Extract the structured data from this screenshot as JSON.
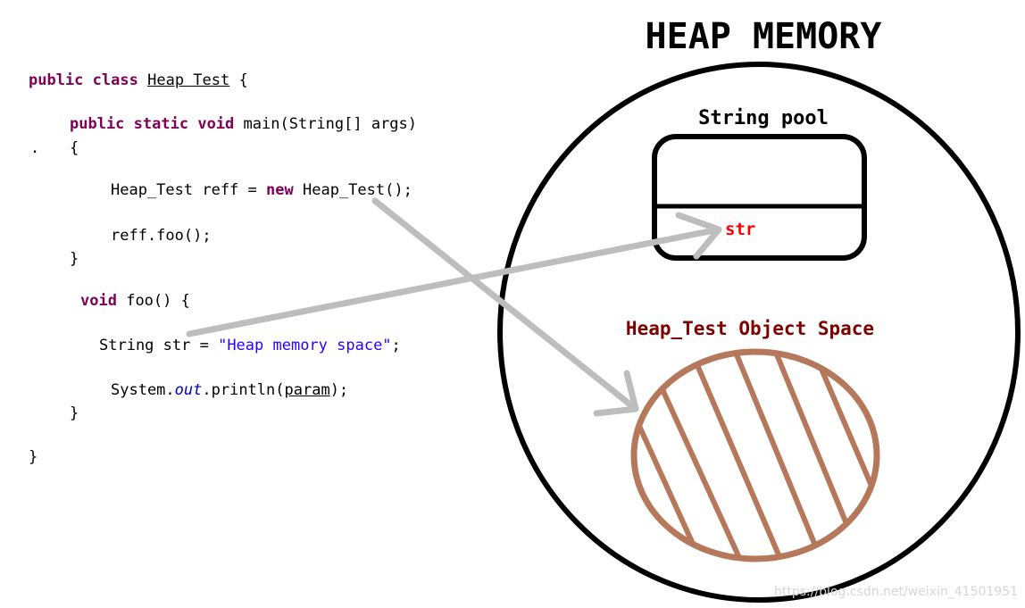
{
  "title": "HEAP MEMORY",
  "code": {
    "kw_public": "public",
    "kw_class": "class",
    "class_name": "Heap Test",
    "open_brace": "{",
    "kw_static": "static",
    "kw_void": "void",
    "main_sig": "main(String[] args)",
    "bullet": ".",
    "main_open": "{",
    "decl_type": "Heap_Test reff =",
    "kw_new": "new",
    "ctor_call": "Heap_Test();",
    "call_foo": "reff.foo();",
    "main_close": "}",
    "foo_sig": "foo() {",
    "str_decl": "String str =",
    "str_literal": "\"Heap memory space\"",
    "semicolon": ";",
    "sysout_prefix": "System.",
    "sysout_field": "out",
    "sysout_method": ".println(",
    "sysout_param": "param",
    "sysout_suffix": ");",
    "foo_close": "}",
    "class_close": "}"
  },
  "diagram": {
    "string_pool_label": "String pool",
    "pool_entry": "str",
    "object_space_label": "Heap_Test Object Space"
  },
  "colors": {
    "keyword": "#7f0055",
    "string_literal": "#2a00ff",
    "pool_entry": "#ff0000",
    "object_label": "#800000",
    "object_fill": "#b5785a",
    "arrow": "#bdbdbd"
  },
  "watermark": "https://blog.csdn.net/weixin_41501951"
}
